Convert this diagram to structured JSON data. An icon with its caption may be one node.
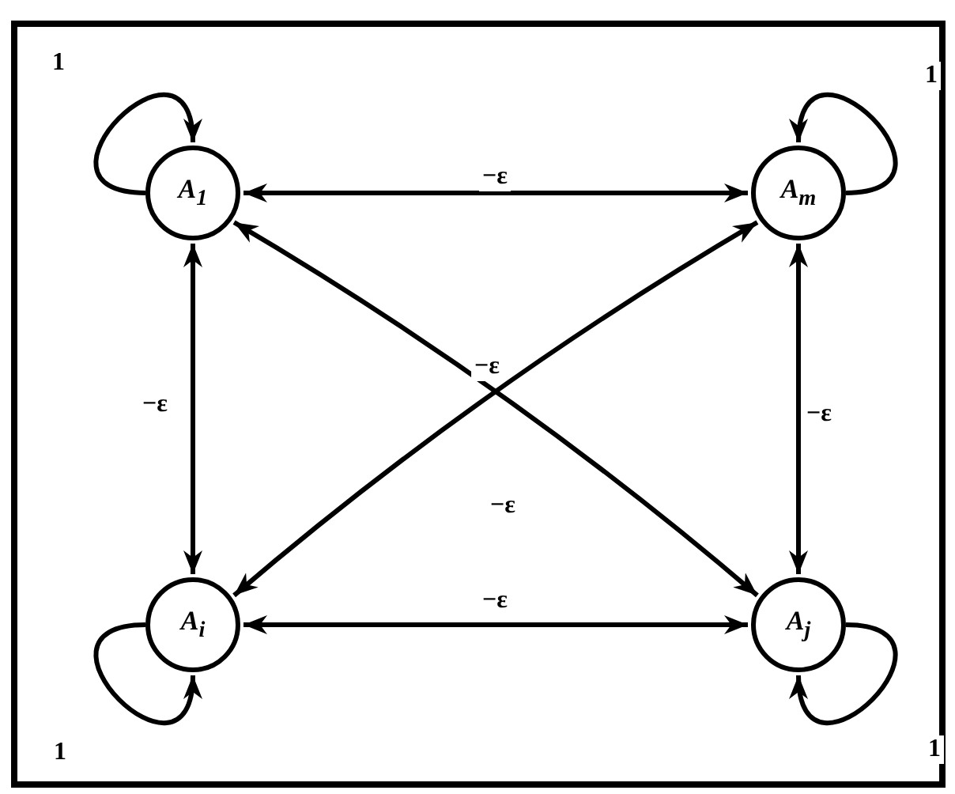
{
  "diagram": {
    "nodes": [
      {
        "text": [
          "A$_{1}$"
        ]
      },
      {
        "text": [
          "A$_{m}$"
        ]
      },
      {
        "text": [
          "A$_{i}$"
        ]
      },
      {
        "text": [
          "A$_{j}$"
        ]
      }
    ],
    "edges": [
      {
        "from": 0,
        "to": 0,
        "arrow": "to",
        "label": "1"
      },
      {
        "from": 1,
        "to": 1,
        "arrow": "to",
        "label": "1"
      },
      {
        "from": 2,
        "to": 2,
        "arrow": "to",
        "label": "1"
      },
      {
        "from": 3,
        "to": 3,
        "arrow": "to",
        "label": "1"
      },
      {
        "from": 0,
        "to": 1,
        "arrow": "both",
        "label": "−ε"
      },
      {
        "from": 0,
        "to": 2,
        "arrow": "both",
        "label": "−ε"
      },
      {
        "from": 1,
        "to": 3,
        "arrow": "both",
        "label": "−ε"
      },
      {
        "from": 1,
        "to": 2,
        "arrow": "both",
        "label": "−ε"
      },
      {
        "from": 0,
        "to": 3,
        "arrow": "both",
        "label": "−ε"
      },
      {
        "from": 2,
        "to": 3,
        "arrow": "both",
        "label": "−ε"
      }
    ]
  }
}
